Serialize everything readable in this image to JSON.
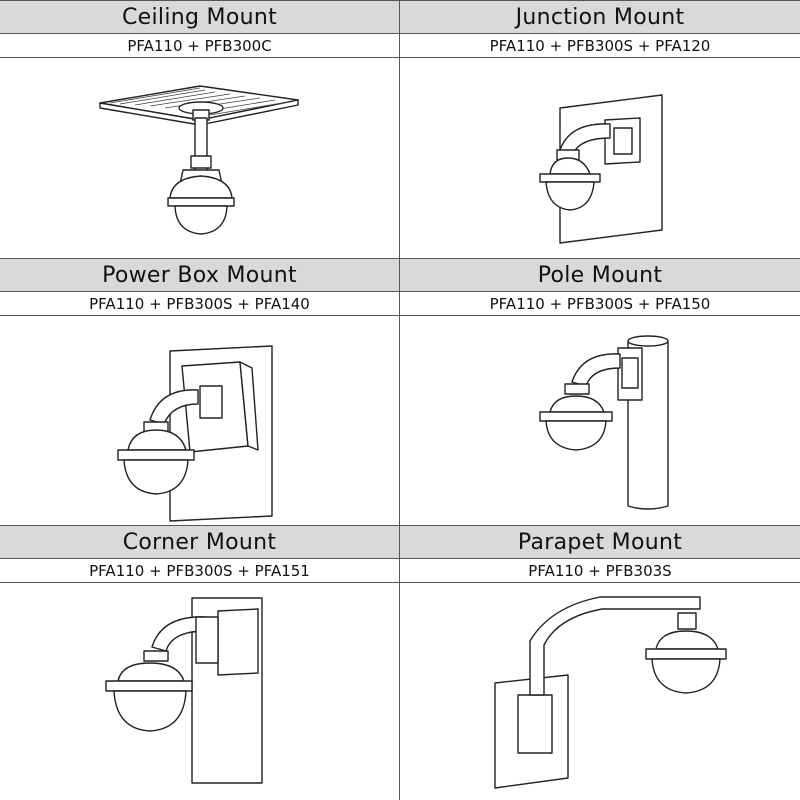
{
  "mounts": [
    {
      "title": "Ceiling Mount",
      "code": "PFA110 + PFB300C",
      "icon": "ceiling-mount-drawing"
    },
    {
      "title": "Junction Mount",
      "code": "PFA110 + PFB300S + PFA120",
      "icon": "junction-mount-drawing"
    },
    {
      "title": "Power Box Mount",
      "code": "PFA110 + PFB300S + PFA140",
      "icon": "power-box-mount-drawing"
    },
    {
      "title": "Pole Mount",
      "code": "PFA110 + PFB300S + PFA150",
      "icon": "pole-mount-drawing"
    },
    {
      "title": "Corner Mount",
      "code": "PFA110 + PFB300S + PFA151",
      "icon": "corner-mount-drawing"
    },
    {
      "title": "Parapet Mount",
      "code": "PFA110 + PFB303S",
      "icon": "parapet-mount-drawing"
    }
  ]
}
